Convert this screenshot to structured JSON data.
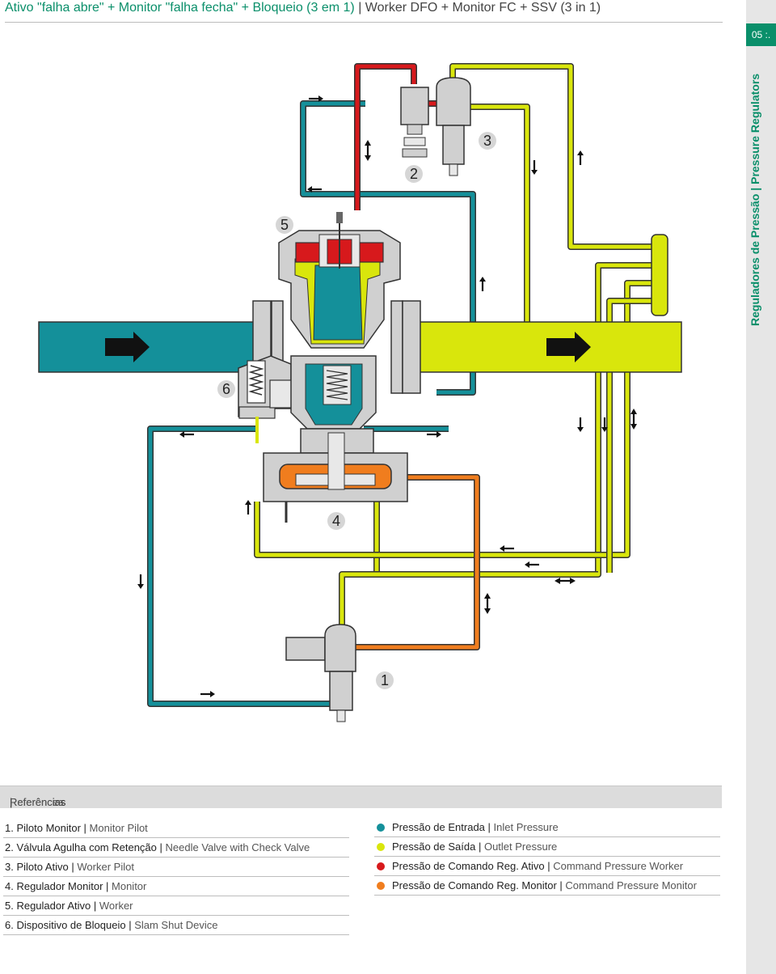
{
  "header": {
    "title_pt": "Ativo \"falha abre\" + Monitor \"falha fecha\" + Bloqueio (3 em 1)",
    "title_sep": "|",
    "title_en": "Worker DFO + Monitor FC + SSV (3 in 1)"
  },
  "side": {
    "page_tag": "05 :.",
    "label_pt": "Reguladores de Pressão",
    "label_sep": "|",
    "label_en": "Pressure Regulators"
  },
  "diagram": {
    "callouts": [
      "1",
      "2",
      "3",
      "4",
      "5",
      "6"
    ]
  },
  "references": {
    "heading_pt": "Referências",
    "heading_sep": "|",
    "heading_en": "References",
    "items": [
      {
        "pt": "1. Piloto Monitor",
        "en": "Monitor Pilot"
      },
      {
        "pt": "2. Válvula Agulha com Retenção",
        "en": "Needle Valve with Check Valve"
      },
      {
        "pt": "3. Piloto Ativo",
        "en": "Worker Pilot"
      },
      {
        "pt": "4. Regulador Monitor",
        "en": "Monitor"
      },
      {
        "pt": "5. Regulador Ativo",
        "en": "Worker"
      },
      {
        "pt": "6. Dispositivo de Bloqueio",
        "en": "Slam Shut Device"
      }
    ]
  },
  "legend": {
    "items": [
      {
        "pt": "Pressão de Entrada",
        "en": "Inlet Pressure",
        "color": "#14909a"
      },
      {
        "pt": "Pressão de Saída",
        "en": "Outlet Pressure",
        "color": "#d9e60c"
      },
      {
        "pt": "Pressão de Comando Reg. Ativo",
        "en": "Command Pressure Worker",
        "color": "#d7191c"
      },
      {
        "pt": "Pressão de Comando Reg. Monitor",
        "en": "Command Pressure Monitor",
        "color": "#f07d1e"
      }
    ]
  },
  "colors": {
    "inlet": "#14909a",
    "outlet": "#d9e60c",
    "command_worker": "#d7191c",
    "command_monitor": "#f07d1e",
    "brand": "#0a8f6a"
  }
}
